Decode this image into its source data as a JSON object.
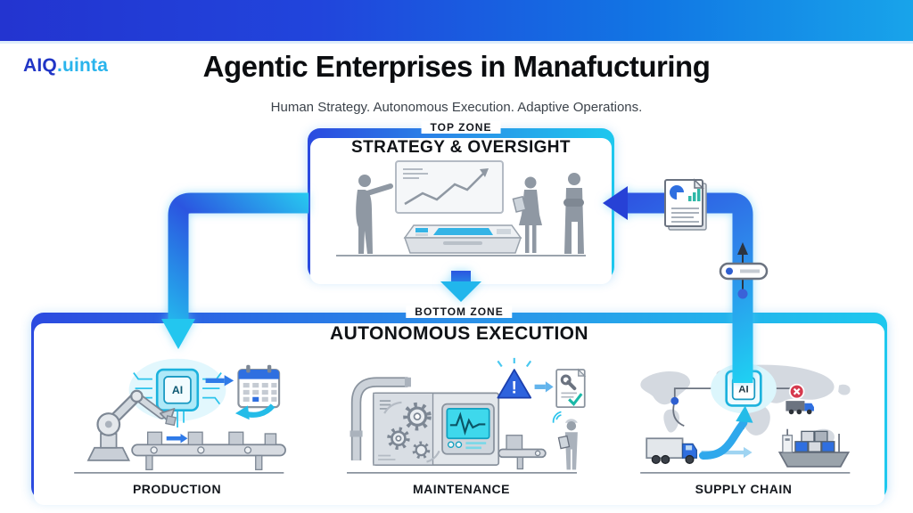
{
  "header": {
    "logo_primary": "AIQ",
    "logo_secondary": ".uinta",
    "title": "Agentic Enterprises in Manafucturing",
    "subtitle": "Human Strategy. Autonomous Execution. Adaptive Operations."
  },
  "top_zone": {
    "zone_label": "TOP ZONE",
    "heading": "STRATEGY & OVERSIGHT"
  },
  "bottom_zone": {
    "zone_label": "BOTTOM ZONE",
    "heading": "AUTONOMOUS EXECUTION",
    "sections": [
      {
        "label": "PRODUCTION"
      },
      {
        "label": "MAINTENANCE"
      },
      {
        "label": "SUPPLY CHAIN"
      }
    ]
  },
  "icons": {
    "ai_chip_production": "AI",
    "ai_chip_supply": "AI",
    "warning_glyph": "!"
  },
  "colors": {
    "topbar_left": "#2334d0",
    "topbar_right": "#18a4ea",
    "accent_blue": "#2b4ae0",
    "accent_cyan": "#1ec8ee",
    "logo_blue": "#2136c6",
    "logo_cyan": "#2ab4ec",
    "alert_red": "#d63a4e"
  }
}
